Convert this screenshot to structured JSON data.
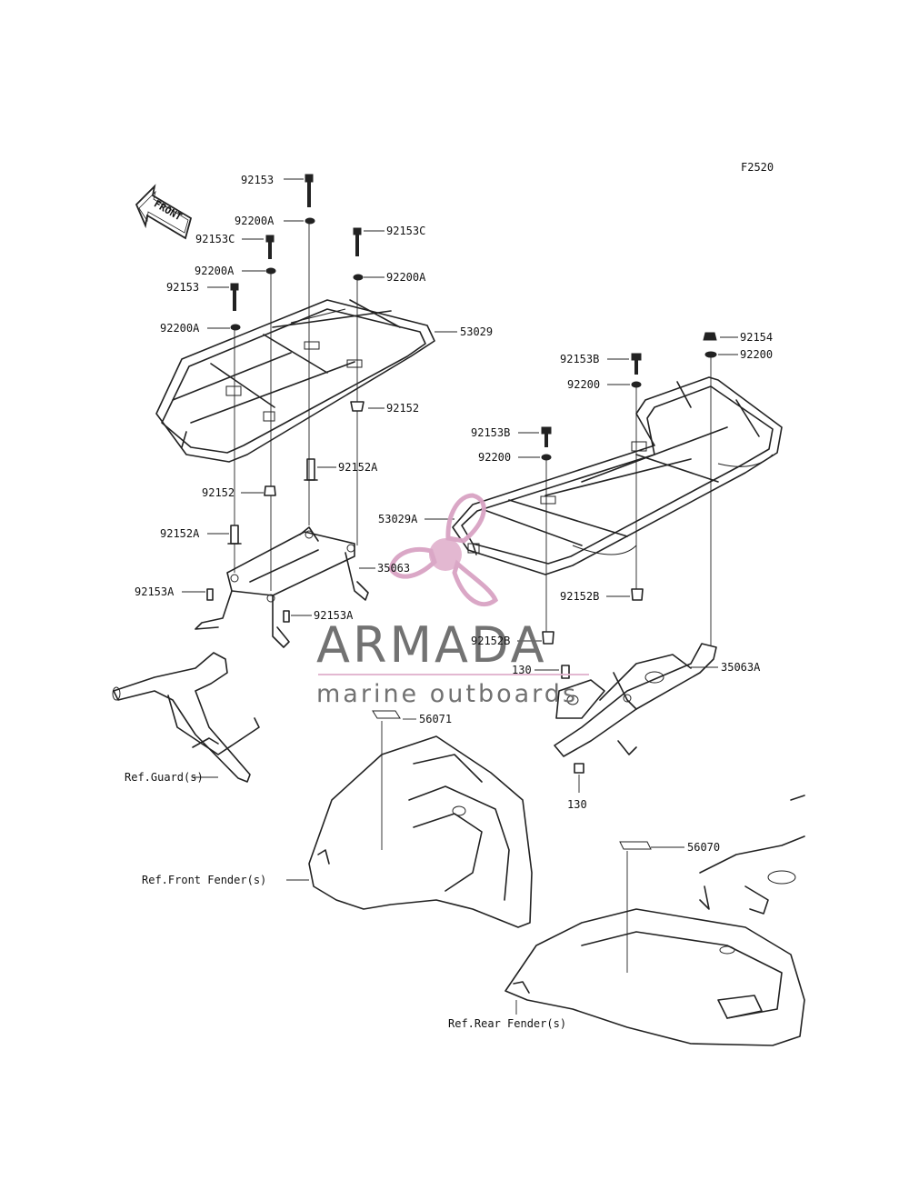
{
  "diagram_code": "F2520",
  "front_arrow_label": "FRONT",
  "watermark": {
    "brand": "ARMADA",
    "tagline": "marine outboards",
    "accent_color": "#d9a3c4",
    "text_color": "#6b6b6b"
  },
  "callouts": {
    "c92153_top": "92153",
    "c92200A_top": "92200A",
    "c92153C_left": "92153C",
    "c92200A_left2": "92200A",
    "c92153_left": "92153",
    "c92200A_left3": "92200A",
    "c92153C_right": "92153C",
    "c92200A_right": "92200A",
    "c53029": "53029",
    "c92152_right": "92152",
    "c92152A_mid": "92152A",
    "c92152_left": "92152",
    "c92152A_left": "92152A",
    "c35063": "35063",
    "c92153A_left": "92153A",
    "c92153A_mid": "92153A",
    "c92154": "92154",
    "c92200_r1": "92200",
    "c92153B_r": "92153B",
    "c92200_r2": "92200",
    "c92153B_l": "92153B",
    "c92200_r3": "92200",
    "c53029A": "53029A",
    "c92152B_r": "92152B",
    "c92152B_l": "92152B",
    "c130_top": "130",
    "c35063A": "35063A",
    "c130_bot": "130",
    "c56071": "56071",
    "c56070": "56070",
    "ref_guard": "Ref.Guard(s)",
    "ref_front_fender": "Ref.Front Fender(s)",
    "ref_rear_fender": "Ref.Rear Fender(s)"
  }
}
